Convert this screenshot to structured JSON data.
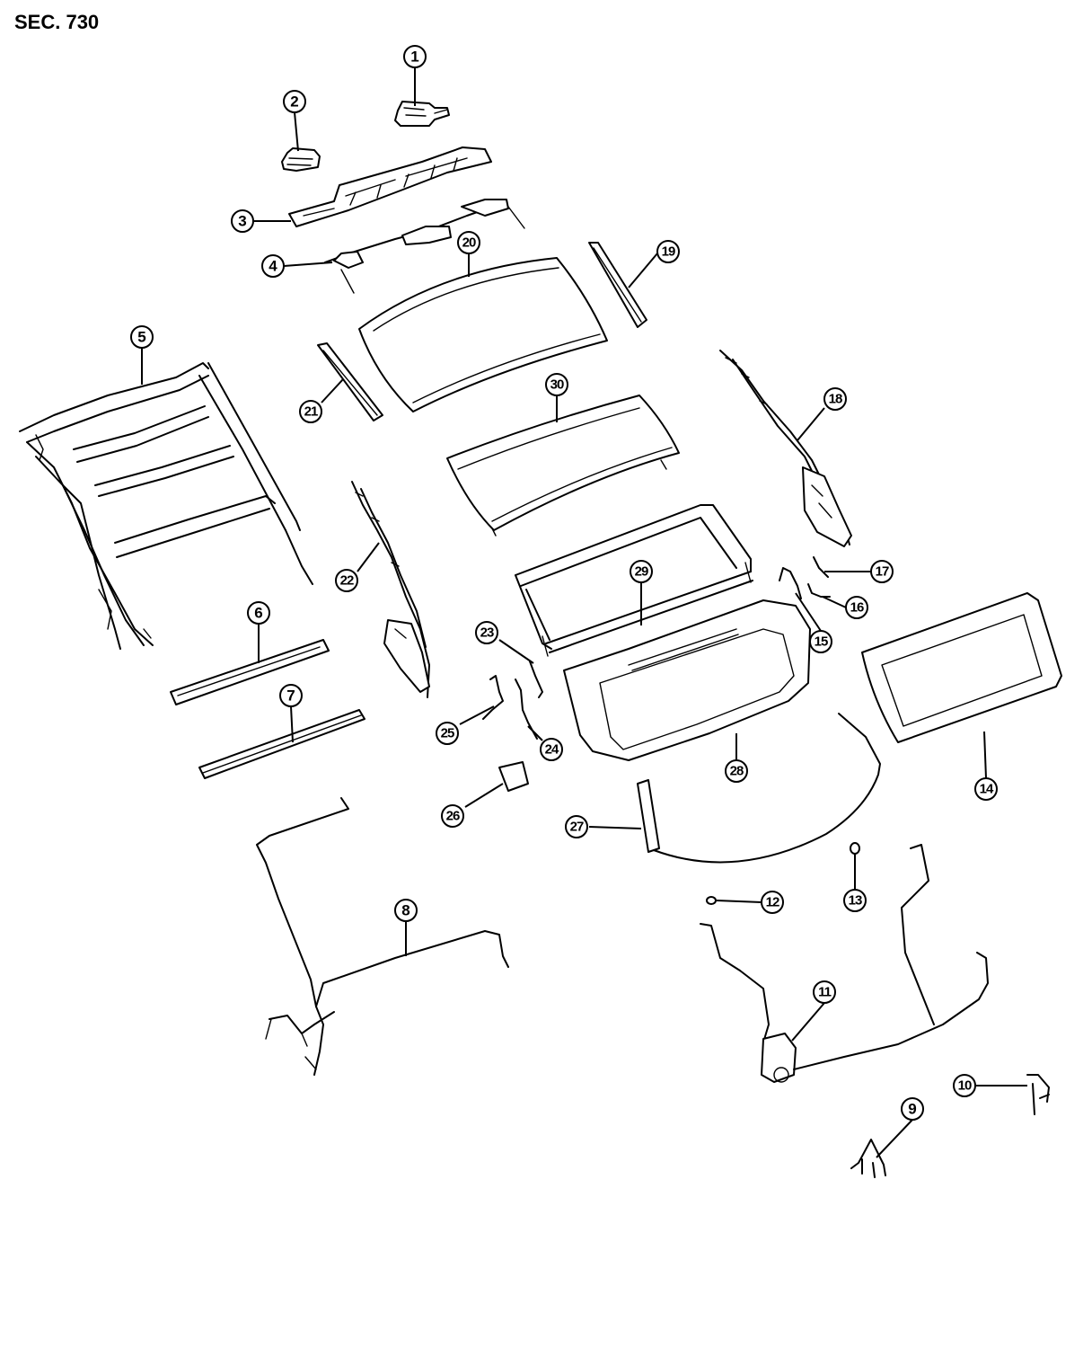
{
  "header": {
    "section": "SEC. 730"
  },
  "callouts": {
    "c1": "1",
    "c2": "2",
    "c3": "3",
    "c4": "4",
    "c5": "5",
    "c6": "6",
    "c7": "7",
    "c8": "8",
    "c9": "9",
    "c10": "10",
    "c11": "11",
    "c12": "12",
    "c13": "13",
    "c14": "14",
    "c15": "15",
    "c16": "16",
    "c17": "17",
    "c18": "18",
    "c19": "19",
    "c20": "20",
    "c21": "21",
    "c22": "22",
    "c23": "23",
    "c24": "24",
    "c25": "25",
    "c26": "26",
    "c27": "27",
    "c28": "28",
    "c29": "29",
    "c30": "30"
  }
}
